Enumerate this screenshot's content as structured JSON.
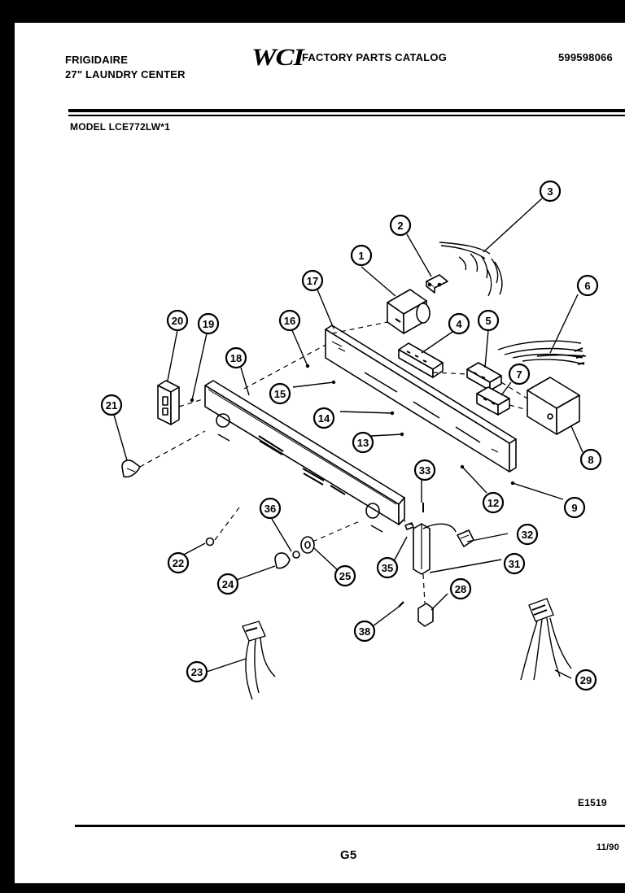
{
  "header": {
    "brand": "FRIGIDAIRE",
    "product": "27\" LAUNDRY CENTER",
    "logo": "WCI",
    "catalog_title": "FACTORY PARTS CATALOG",
    "catalog_number": "599598066",
    "model": "MODEL LCE772LW*1"
  },
  "footer": {
    "drawing_code": "E1519",
    "page": "G5",
    "date": "11/90"
  },
  "callouts": [
    {
      "id": "1",
      "label": "1"
    },
    {
      "id": "2",
      "label": "2"
    },
    {
      "id": "3",
      "label": "3"
    },
    {
      "id": "4",
      "label": "4"
    },
    {
      "id": "5",
      "label": "5"
    },
    {
      "id": "6",
      "label": "6"
    },
    {
      "id": "7",
      "label": "7"
    },
    {
      "id": "8",
      "label": "8"
    },
    {
      "id": "9",
      "label": "9"
    },
    {
      "id": "12",
      "label": "12"
    },
    {
      "id": "13",
      "label": "13"
    },
    {
      "id": "14",
      "label": "14"
    },
    {
      "id": "15",
      "label": "15"
    },
    {
      "id": "16",
      "label": "16"
    },
    {
      "id": "17",
      "label": "17"
    },
    {
      "id": "18",
      "label": "18"
    },
    {
      "id": "19",
      "label": "19"
    },
    {
      "id": "20",
      "label": "20"
    },
    {
      "id": "21",
      "label": "21"
    },
    {
      "id": "22",
      "label": "22"
    },
    {
      "id": "23",
      "label": "23"
    },
    {
      "id": "24",
      "label": "24"
    },
    {
      "id": "25",
      "label": "25"
    },
    {
      "id": "28",
      "label": "28"
    },
    {
      "id": "29",
      "label": "29"
    },
    {
      "id": "31",
      "label": "31"
    },
    {
      "id": "32",
      "label": "32"
    },
    {
      "id": "33",
      "label": "33"
    },
    {
      "id": "35",
      "label": "35"
    },
    {
      "id": "36",
      "label": "36"
    },
    {
      "id": "38",
      "label": "38"
    }
  ]
}
